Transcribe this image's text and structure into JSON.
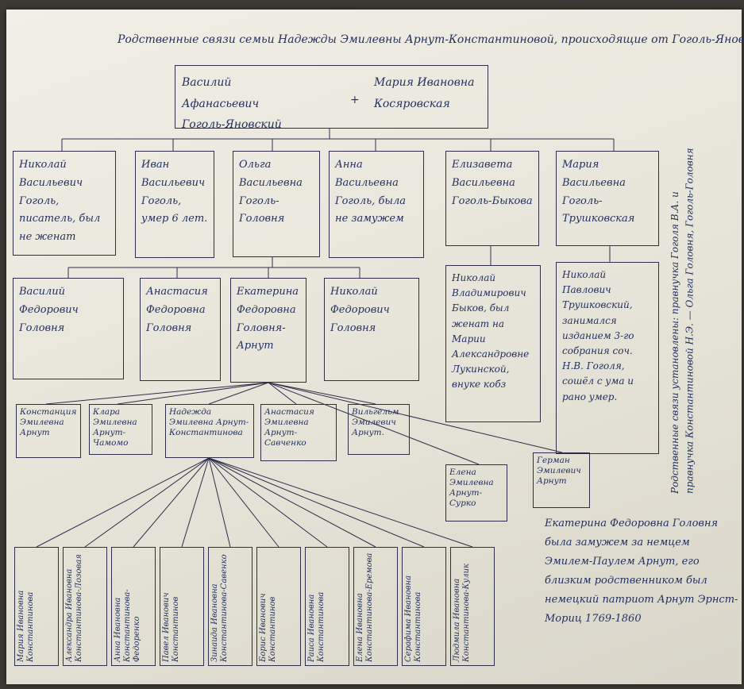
{
  "title": "Родственные связи семьи Надежды Эмилевны Арнут-Константиновой, происходящие от Гоголь-Яновских",
  "root": {
    "left": "Василий Афанасьевич Гоголь-Яновский",
    "plus": "+",
    "right": "Мария Ивановна Косяровская"
  },
  "gen1": [
    "Николай Васильевич Гоголь, писатель, был не женат",
    "Иван Васильевич Гоголь, умер 6 лет.",
    "Ольга Васильевна Гоголь-Головня",
    "Анна Васильевна Гоголь, была не замужем",
    "Елизавета Васильевна Гоголь-Быкова",
    "Мария Васильевна Гоголь-Трушковская"
  ],
  "gen2_olga": [
    "Василий Федорович Головня",
    "Анастасия Федоровна Головня",
    "Екатерина Федоровна Головня-Арнут",
    "Николай Федорович Головня"
  ],
  "gen2_bykov": "Николай Владимирович Быков, был женат на Марии Александровне Лукинской, внуке кобз",
  "gen2_trushk": "Николай Павлович Трушковский, занимался изданием 3-го собрания соч. Н.В. Гоголя, сошёл с ума и рано умер.",
  "gen3": [
    "Констанция Эмилевна Арнут",
    "Клара Эмилевна Арнут-Чамомо",
    "Надежда Эмилевна Арнут-Константинова",
    "Анастасия Эмилевна Арнут-Савченко",
    "Вильгельм Эмилевич Арнут."
  ],
  "gen3_lower": [
    "Елена Эмилевна Арнут-Сурко",
    "Герман Эмилевич Арнут"
  ],
  "gen4": [
    "Мария Ивановна Константинова",
    "Александра Ивановна Константинова-Лозовая",
    "Анна Ивановна Константинова-Федоренко",
    "Павел Иванович Константинов",
    "Зинаида Ивановна Константинова-Савенко",
    "Борис Иванович Константинов",
    "Раиса Ивановна Константинова",
    "Елена Ивановна Константинова-Еремова",
    "Серафима Ивановна Константинова",
    "Людмила Ивановна Константинова-Кулик"
  ],
  "side_note": "Родственные связи установлены: правнучка Гоголя В.А. и правнучка Константиновой Н.Э. — Ольга Головня, Гоголь-Головня",
  "bottom_note": "Екатерина Федоровна Головня была замужем за немцем Эмилем-Паулем Арнут, его близким родственником был немецкий патриот Арнут Эрнст-Мориц 1769-1860"
}
